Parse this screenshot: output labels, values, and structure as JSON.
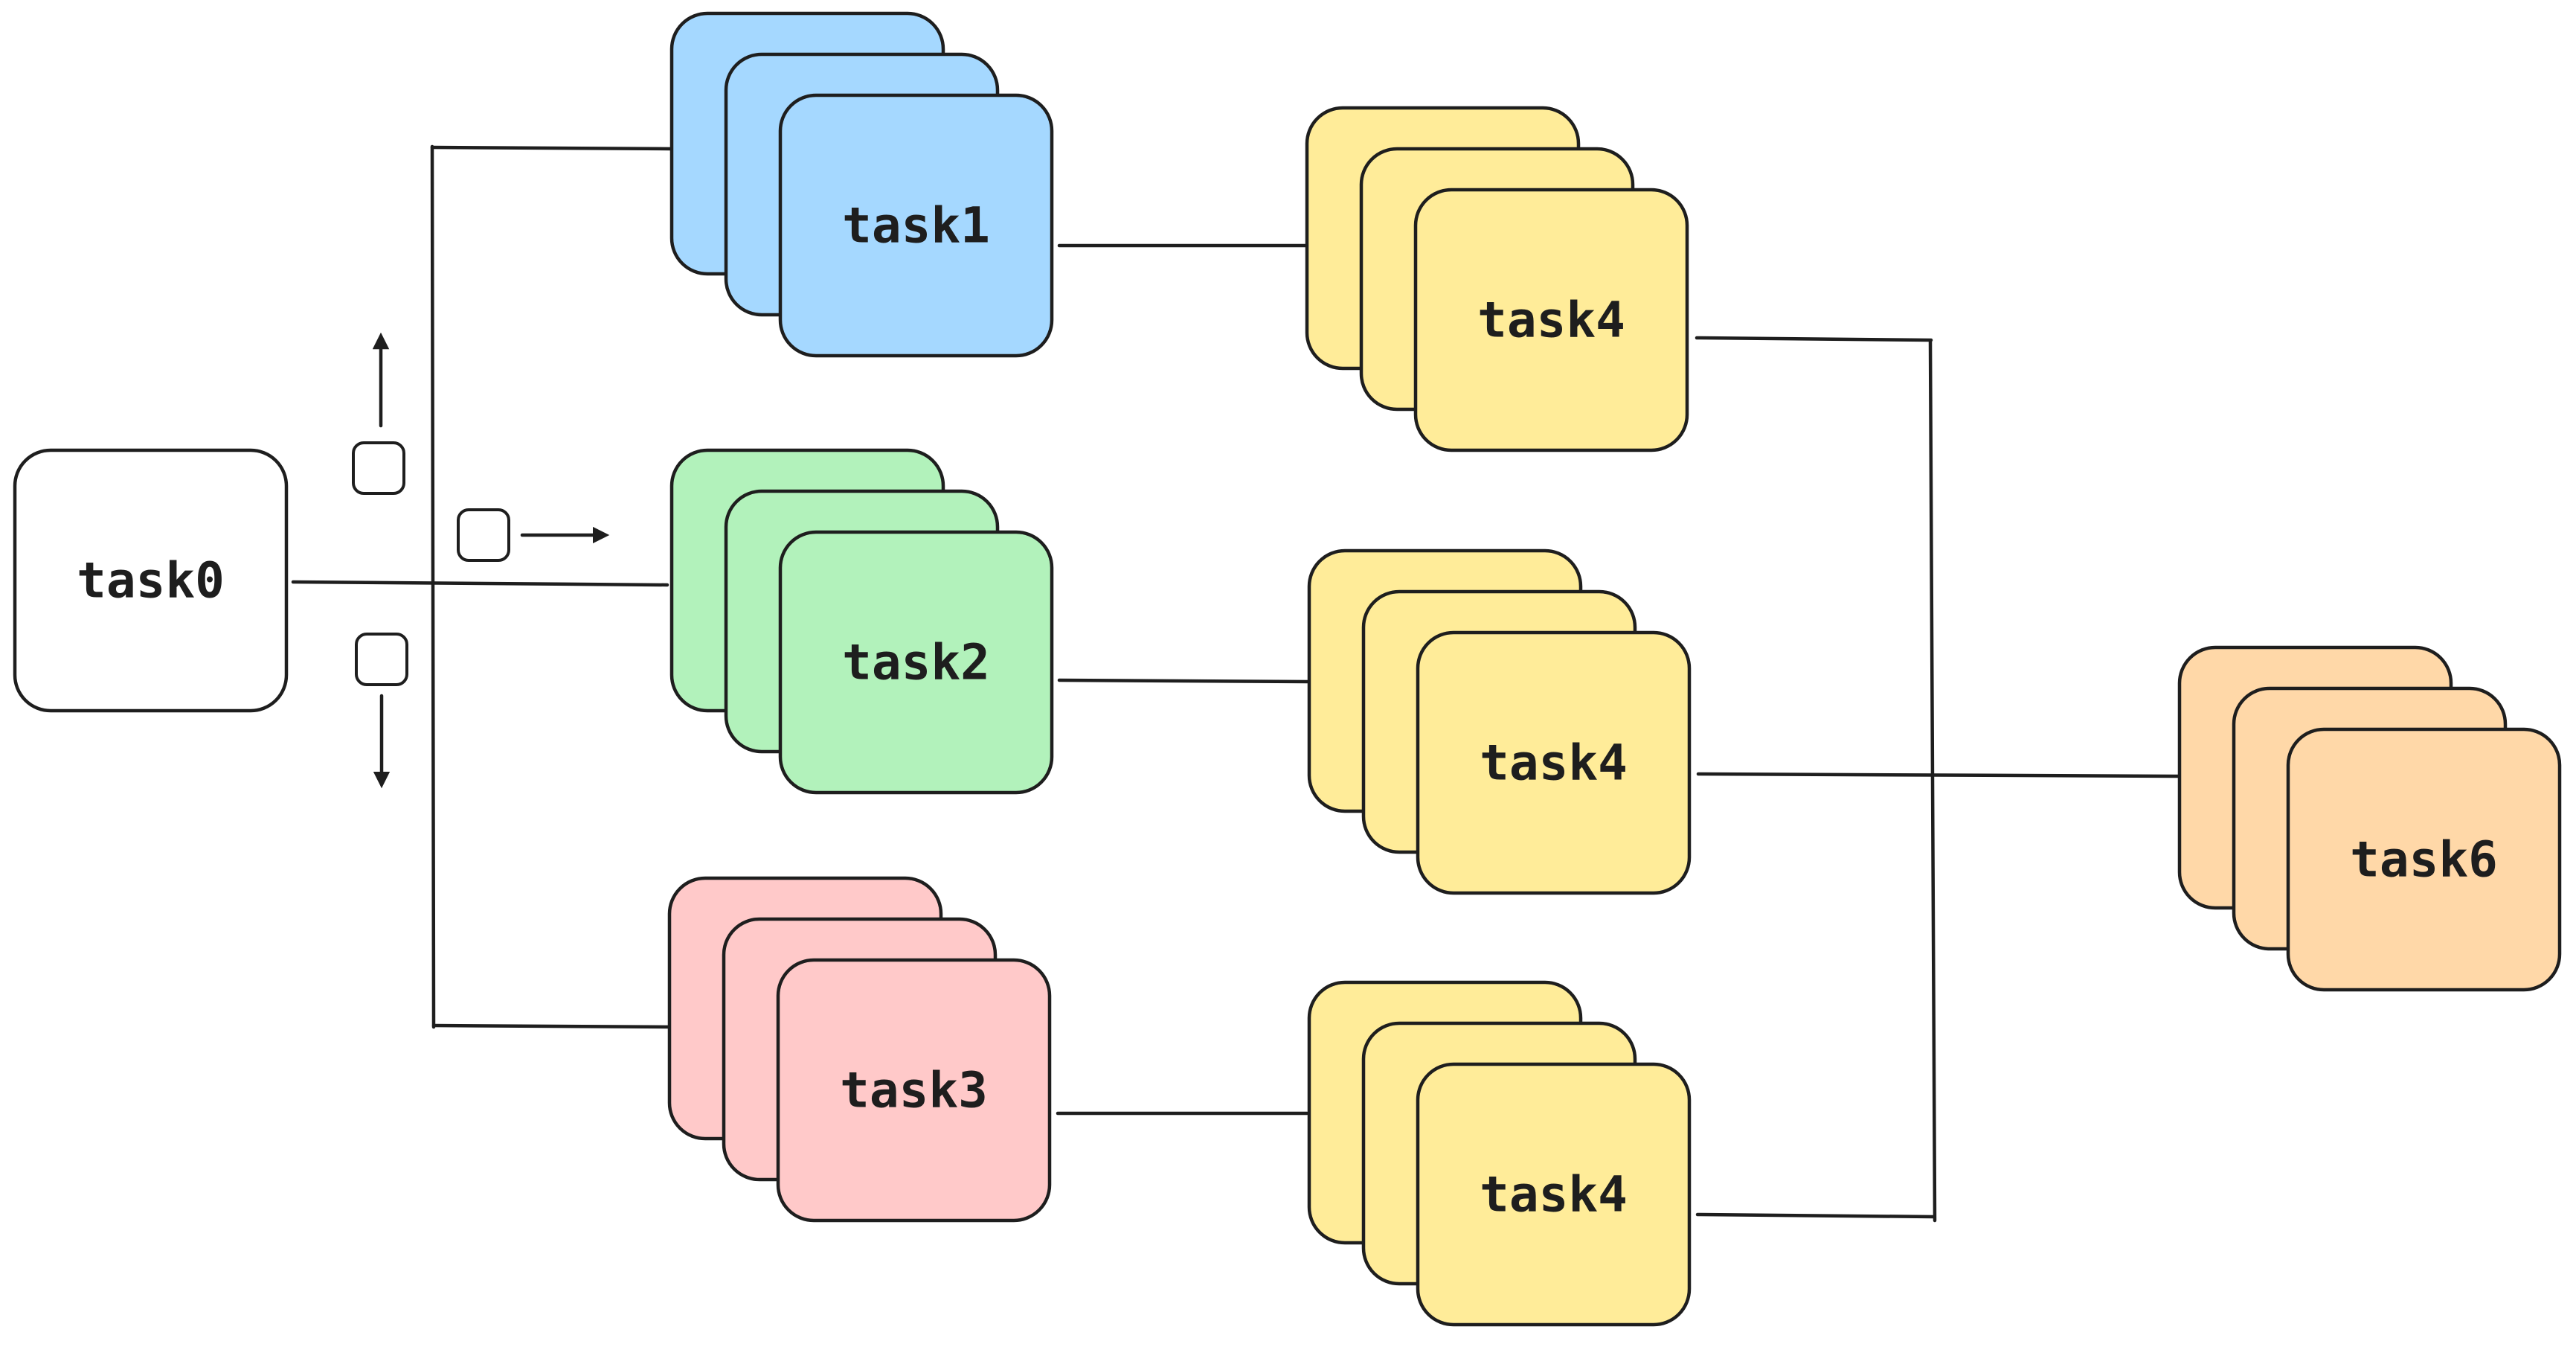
{
  "diagram": {
    "background": "#ffffff",
    "stroke_color": "#1e1e1e",
    "nodes": [
      {
        "id": "task0",
        "label": "task0",
        "fill": "#ffffff",
        "stacked": false
      },
      {
        "id": "task1",
        "label": "task1",
        "fill": "#a5d8ff",
        "stacked": true
      },
      {
        "id": "task2",
        "label": "task2",
        "fill": "#b2f2bb",
        "stacked": true
      },
      {
        "id": "task3",
        "label": "task3",
        "fill": "#ffc9c9",
        "stacked": true
      },
      {
        "id": "task4-top",
        "label": "task4",
        "fill": "#ffec99",
        "stacked": true
      },
      {
        "id": "task4-middle",
        "label": "task4",
        "fill": "#ffec99",
        "stacked": true
      },
      {
        "id": "task4-bottom",
        "label": "task4",
        "fill": "#ffec99",
        "stacked": true
      },
      {
        "id": "task6",
        "label": "task6",
        "fill": "#ffd8a8",
        "stacked": true
      }
    ],
    "edges": [
      {
        "from": "task0",
        "to": "task1"
      },
      {
        "from": "task0",
        "to": "task2"
      },
      {
        "from": "task0",
        "to": "task3"
      },
      {
        "from": "task1",
        "to": "task4-top"
      },
      {
        "from": "task2",
        "to": "task4-middle"
      },
      {
        "from": "task3",
        "to": "task4-bottom"
      },
      {
        "from": "task4-top",
        "to": "task6"
      },
      {
        "from": "task4-middle",
        "to": "task6"
      },
      {
        "from": "task4-bottom",
        "to": "task6"
      }
    ],
    "legend_icons": [
      {
        "name": "arrow-up-icon",
        "direction": "up"
      },
      {
        "name": "arrow-right-icon",
        "direction": "right"
      },
      {
        "name": "arrow-down-icon",
        "direction": "down"
      }
    ]
  }
}
